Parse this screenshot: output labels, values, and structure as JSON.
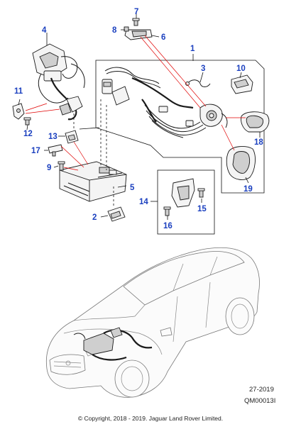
{
  "diagram": {
    "callouts": [
      "1",
      "2",
      "3",
      "4",
      "5",
      "6",
      "7",
      "8",
      "9",
      "10",
      "11",
      "12",
      "13",
      "14",
      "15",
      "16",
      "17",
      "18",
      "19"
    ],
    "callout_color": "#1a3fbf",
    "leader_color": "#e00000"
  },
  "footer": {
    "ref_date": "27-2019",
    "ref_code": "QM00013I",
    "copyright": "© Copyright, 2018 - 2019. Jaguar Land Rover Limited."
  }
}
